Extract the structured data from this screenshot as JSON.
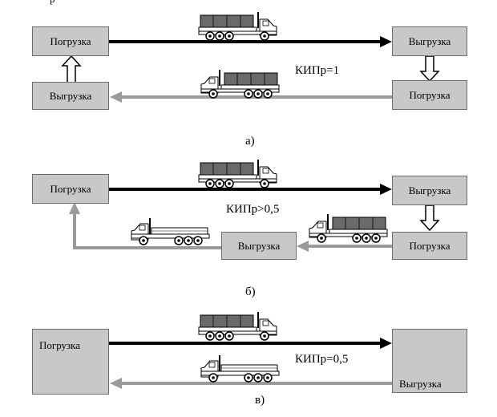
{
  "top_fragment": "р",
  "panel_a": {
    "load_left": "Погрузка",
    "unload_left": "Выгрузка",
    "unload_right": "Выгрузка",
    "load_right": "Погрузка",
    "kip": "КИПр=1",
    "caption": "а)"
  },
  "panel_b": {
    "load_left": "Погрузка",
    "unload_mid": "Выгрузка",
    "unload_right": "Выгрузка",
    "load_right": "Погрузка",
    "kip": "КИПр>0,5",
    "caption": "б)"
  },
  "panel_c": {
    "load_left": "Погрузка",
    "unload_right": "Выгрузка",
    "kip": "КИПр=0,5",
    "caption": "в)"
  },
  "colors": {
    "loaded_arrow": "#000000",
    "empty_arrow": "#9a9a9a",
    "box_fill": "#c8c8c8"
  }
}
